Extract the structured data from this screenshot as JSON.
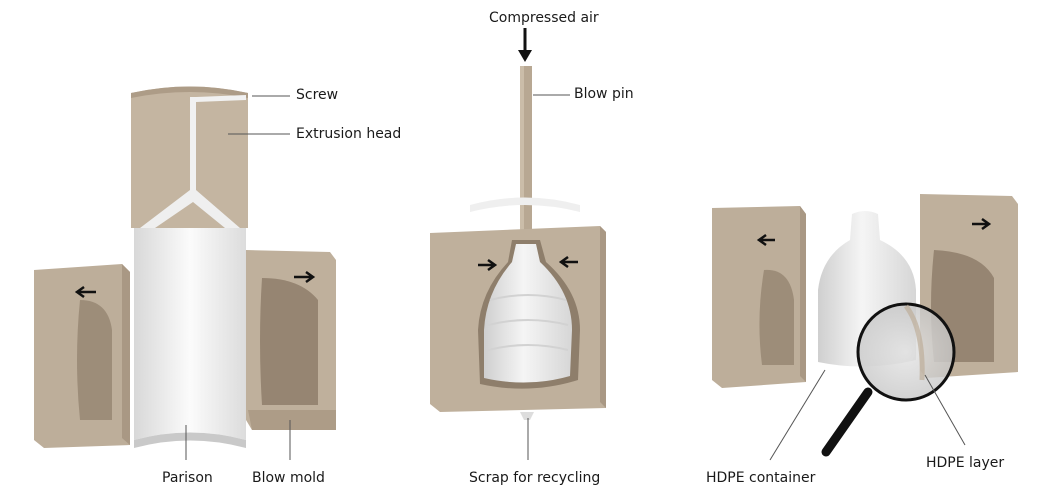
{
  "labels": {
    "screw": "Screw",
    "extrusion_head": "Extrusion head",
    "parison": "Parison",
    "blow_mold": "Blow mold",
    "compressed_air": "Compressed air",
    "blow_pin": "Blow pin",
    "scrap": "Scrap for recycling",
    "hdpe_container": "HDPE container",
    "hdpe_layer": "HDPE layer"
  },
  "colors": {
    "mold_face": "#c9bba8",
    "mold_side": "#ad9c87",
    "mold_inner": "#9a8a76",
    "plastic": "#eeeeee",
    "leader": "#555555",
    "arrow": "#111111"
  },
  "icons": [
    "arrow-left-icon",
    "arrow-right-icon",
    "arrow-down-icon",
    "magnifier-icon"
  ]
}
